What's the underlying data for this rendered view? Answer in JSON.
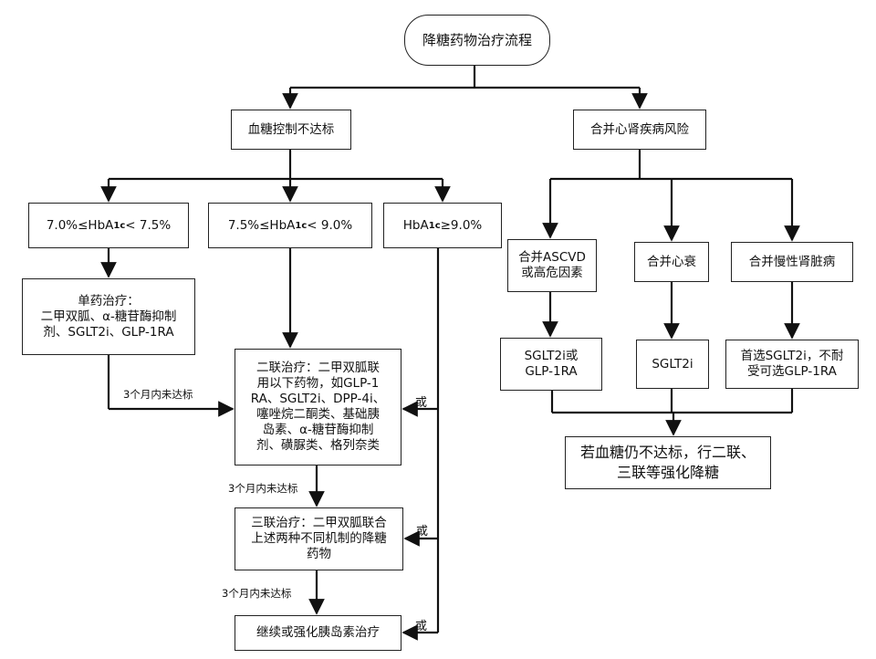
{
  "root": "降糖药物治疗流程",
  "left_branch": "血糖控制不达标",
  "right_branch": "合并心肾疾病风险",
  "hba1c": {
    "low": {
      "pre": "7.0%≤HbA",
      "sub": "1c",
      "post": " < 7.5%"
    },
    "mid": {
      "pre": "7.5%≤HbA",
      "sub": "1c",
      "post": " < 9.0%"
    },
    "high": {
      "pre": "HbA",
      "sub": "1c",
      "post": " ≥9.0%"
    }
  },
  "mono": "单药治疗：\n二甲双胍、α-糖苷酶抑制\n剂、SGLT2i、GLP-1RA",
  "dual": "二联治疗：二甲双胍联\n用以下药物，如GLP-1\nRA、SGLT2i、DPP-4i、\n噻唑烷二酮类、基础胰\n岛素、α-糖苷酶抑制\n剂、磺脲类、格列奈类",
  "triple": "三联治疗：二甲双胍联合\n上述两种不同机制的降糖\n药物",
  "insulin": "继续或强化胰岛素治疗",
  "not_met_label": "3个月内未达标",
  "or_label": "或",
  "ascvd": "合并ASCVD\n或高危因素",
  "hf": "合并心衰",
  "ckd": "合并慢性肾脏病",
  "ascvd_drug": "SGLT2i或\nGLP-1RA",
  "hf_drug": "SGLT2i",
  "ckd_drug": "首选SGLT2i，不耐\n受可选GLP-1RA",
  "final": "若血糖仍不达标，行二联、\n三联等强化降糖"
}
